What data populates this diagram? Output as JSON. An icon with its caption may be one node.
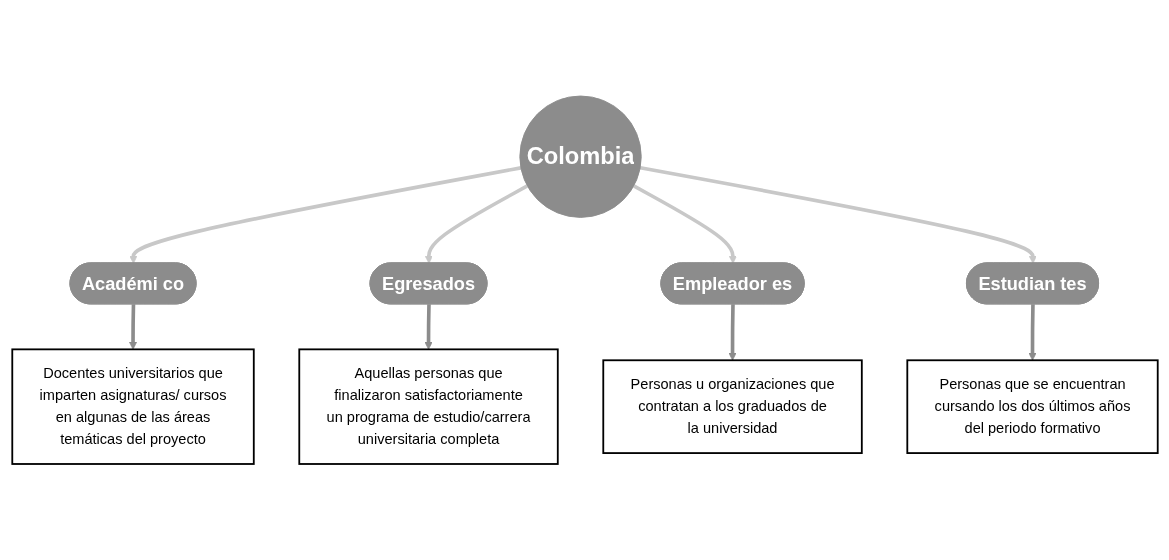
{
  "diagram": {
    "nodes": [
      {
        "text": [
          "Colombia"
        ]
      },
      {
        "text": [
          "Académi co"
        ]
      },
      {
        "text": [
          "Docentes universitarios que imparten asignaturas/ cursos en algunas de las áreas temáticas del proyecto"
        ]
      },
      {
        "text": [
          "Egresados"
        ]
      },
      {
        "text": [
          "Aquellas personas que finalizaron satisfactoriamente un programa de estudio/carrera universitaria completa"
        ]
      },
      {
        "text": [
          "Empleador es"
        ]
      },
      {
        "text": [
          "Personas u organizaciones que contratan a los graduados de la universidad"
        ]
      },
      {
        "text": [
          "Estudian tes"
        ]
      },
      {
        "text": [
          "Personas que se encuentran cursando los dos últimos años del periodo formativo"
        ]
      }
    ],
    "edges": [
      {
        "from": 0,
        "to": 1,
        "arrow": "to",
        "color": "#c8c8c8"
      },
      {
        "from": 1,
        "to": 2,
        "arrow": "to"
      },
      {
        "from": 0,
        "to": 3,
        "arrow": "to",
        "color": "#c8c8c8"
      },
      {
        "from": 3,
        "to": 4,
        "arrow": "to"
      },
      {
        "from": 0,
        "to": 5,
        "arrow": "to",
        "color": "#c8c8c8"
      },
      {
        "from": 5,
        "to": 6,
        "arrow": "to"
      },
      {
        "from": 0,
        "to": 7,
        "arrow": "to",
        "color": "#c8c8c8"
      },
      {
        "from": 7,
        "to": 8,
        "arrow": "to"
      }
    ]
  }
}
